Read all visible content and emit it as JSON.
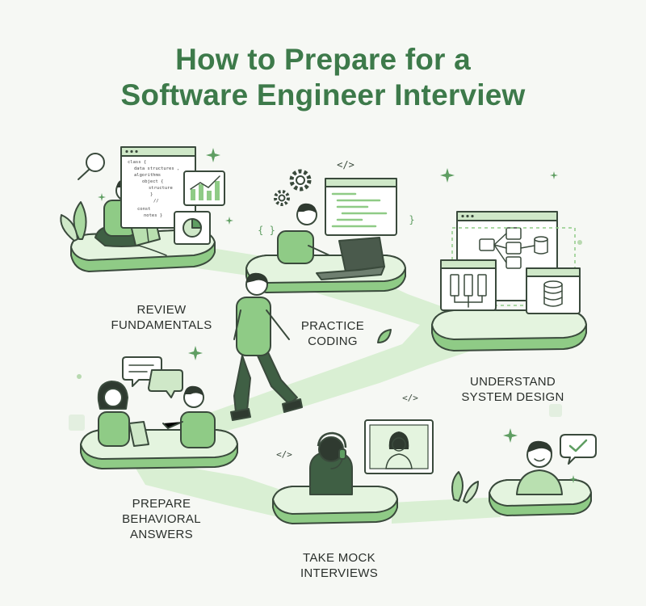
{
  "title": {
    "line1": "How to Prepare for a",
    "line2": "Software Engineer Interview"
  },
  "steps": [
    {
      "id": "review",
      "lines": [
        "Review",
        "Fundamentals"
      ]
    },
    {
      "id": "coding",
      "lines": [
        "Practice",
        "Coding"
      ]
    },
    {
      "id": "system",
      "lines": [
        "Understand",
        "System Design"
      ]
    },
    {
      "id": "behavioral",
      "lines": [
        "Prepare",
        "Behavioral",
        "Answers"
      ]
    },
    {
      "id": "mock",
      "lines": [
        "Take Mock",
        "Interviews"
      ]
    }
  ],
  "code_snippet": {
    "lines": [
      "class {",
      "data structures ,",
      "algorithms",
      "object {",
      "structure",
      "}",
      "//",
      "const",
      "notes }"
    ]
  },
  "code_symbols": {
    "tag": "</>",
    "brace_left": "{ }",
    "brace_right": "}"
  },
  "colors": {
    "primary": "#3d7a4a",
    "light": "#cfe8c8",
    "mid": "#8fcb86",
    "dark": "#3a4a3c",
    "path": "#d9efd3"
  },
  "icons": [
    "magnifier-icon",
    "chart-icon",
    "pie-chart-icon",
    "gear-icon",
    "chat-bubble-icon",
    "check-bubble-icon",
    "sparkle-icon",
    "database-icon",
    "server-icon",
    "headset-icon",
    "laptop-icon",
    "plant-icon"
  ]
}
